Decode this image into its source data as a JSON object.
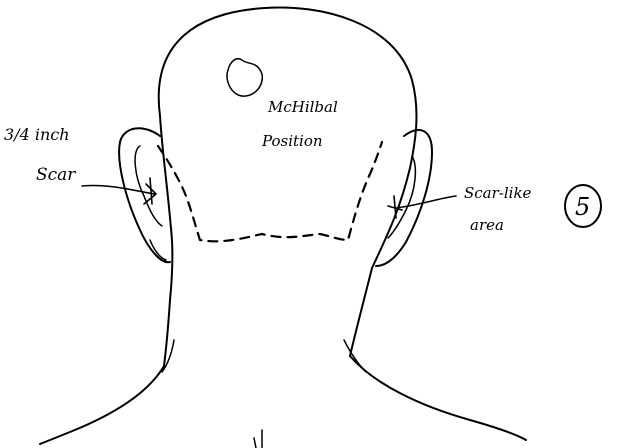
{
  "annotations": {
    "left_label_line1": "3/4 inch",
    "left_label_line2": "Scar",
    "right_label_line1": "Scar-like",
    "right_label_line2": "area",
    "center_label_line1": "McHilbal",
    "center_label_line2": "Position",
    "page_marker": "5"
  },
  "colors": {
    "ink": "#000000",
    "paper": "#ffffff"
  }
}
